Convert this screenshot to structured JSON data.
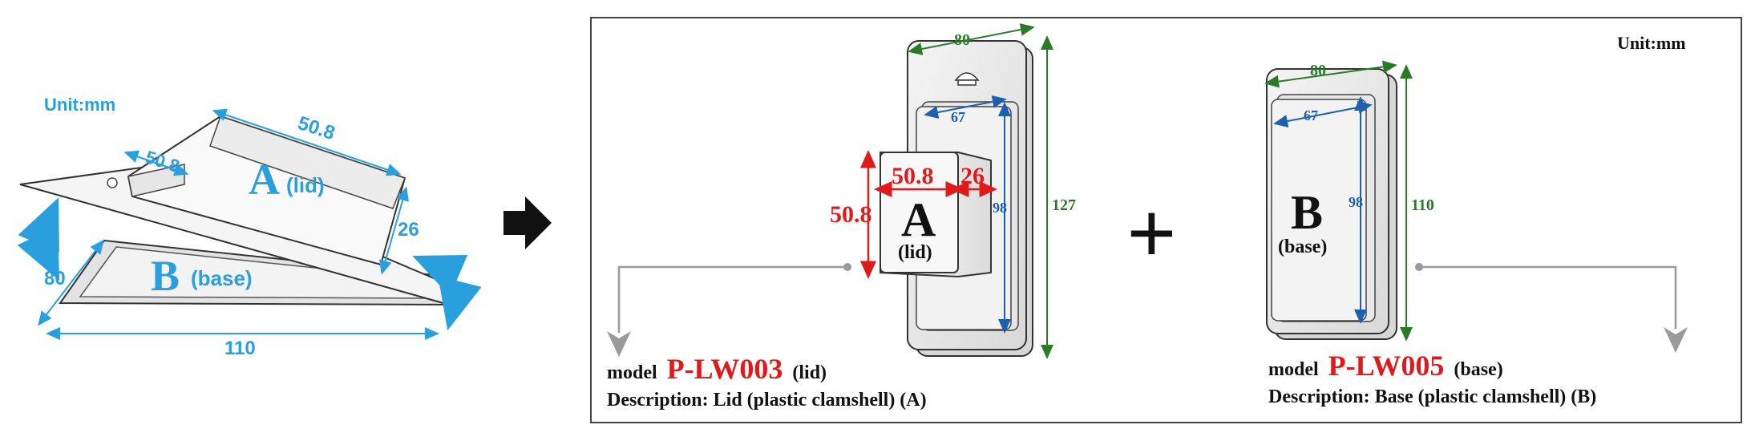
{
  "left_diagram": {
    "unit": "Unit:mm",
    "lid_letter": "A",
    "lid_word": "(lid)",
    "base_letter": "B",
    "base_word": "(base)",
    "dim_lid_length": "50.8",
    "dim_lid_width": "50.8",
    "dim_lid_depth": "26",
    "dim_card_width": "80",
    "dim_card_length": "110"
  },
  "right_panel": {
    "unit": "Unit:mm",
    "lid_card": {
      "width": "80",
      "inner_width": "67",
      "inner_height": "98",
      "height": "127",
      "blister_w": "50.8",
      "blister_h": "50.8",
      "blister_d": "26",
      "letter": "A",
      "word": "(lid)"
    },
    "plus": "+",
    "base_card": {
      "width": "80",
      "inner_width": "67",
      "inner_height": "98",
      "height": "110",
      "letter": "B",
      "word": "(base)"
    },
    "lid_model": {
      "prefix": "model",
      "code": "P-LW003",
      "suffix": "(lid)",
      "description": "Description: Lid (plastic clamshell) (A)"
    },
    "base_model": {
      "prefix": "model",
      "code": "P-LW005",
      "suffix": "(base)",
      "description": "Description: Base (plastic clamshell) (B)"
    }
  },
  "colors": {
    "accent_blue": "#29a0dd",
    "dim_red": "#e01a1a",
    "dim_green": "#2a7a2a",
    "dim_blue": "#1f5fb0"
  }
}
